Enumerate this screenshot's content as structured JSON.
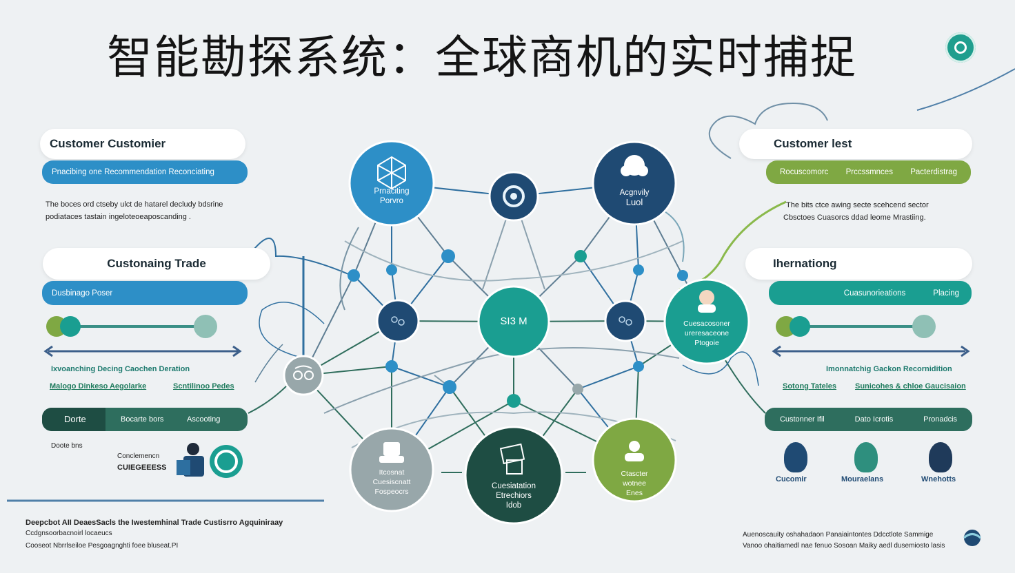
{
  "title": "智能勘探系统：全球商机的实时捕捉",
  "colors": {
    "dark_navy": "#1f4a73",
    "blue": "#2d8fc7",
    "teal": "#1a9e91",
    "dark_green": "#1e4d43",
    "lime": "#7fa843",
    "grey": "#98a7aa",
    "line_blue": "#2f6f9f",
    "line_green": "#2f6d5c"
  },
  "left": {
    "card1_title": "Customer Customier",
    "card1_bar": "Pnacibing one Recommendation Reconciating",
    "card1_text_1": "The boces ord ctseby ulct de hatarel decludy bdsrine",
    "card1_text_2": "podiataces tastain ingeloteoeaposcanding .",
    "card2_title": "Custonaing Trade",
    "card2_bar": "Dusbinago Poser",
    "arrow_label_1": "Ixvoanching Decing Caochen Deration",
    "arrow_label_2": "Malogo Dinkeso Aegolarke",
    "arrow_label_3": "Scntilinoo Pedes",
    "seg_1": "Dorte",
    "seg_2": "Bocarte bors",
    "seg_3": "Ascooting",
    "small_label": "Doote bns",
    "person_label_1": "Conclemencn",
    "person_label_2": "CUIEGEEESS"
  },
  "right": {
    "card1_title": "Customer lest",
    "card1_bar_1": "Rocuscomorc",
    "card1_bar_2": "Prccssmnces",
    "card1_bar_3": "Pacterdistrag",
    "card1_text_1": "The bits ctce awing secte scehcend sector",
    "card1_text_2": "Cbsctoes Cuasorcs ddad leome Mrastiing.",
    "card2_title": "Ihernationg",
    "card2_bar_1": "Cuasunorieations",
    "card2_bar_2": "Placing",
    "arrow_label_1": "Imonnatchig Gackon Recornidition",
    "arrow_label_2": "Sotong Tateles",
    "arrow_label_3": "Sunicohes & chloe Gaucisaion",
    "seg_1": "Custonner Ifil",
    "seg_2": "Dato Icrotis",
    "seg_3": "Pronadcis",
    "avatar_1": "Cucomir",
    "avatar_2": "Mouraelans",
    "avatar_3": "Wnehotts"
  },
  "nodes": {
    "top_left": [
      "Prnaciting",
      "Porvro"
    ],
    "top_right": [
      "Acgnvily",
      "Luol"
    ],
    "center": [
      "SI3 M"
    ],
    "right_mid": [
      "Cuesacosoner",
      "ureresaceone",
      "Ptogoie"
    ],
    "bottom_left": [
      "Itcosnat",
      "Cuesiscnatt",
      "Fospeocrs"
    ],
    "bottom_center": [
      "Cuesiatation",
      "Etrechiors",
      "Idob"
    ],
    "bottom_right": [
      "Ctascter",
      "wotnee",
      "Enes"
    ]
  },
  "footer": {
    "left_1": "Deepcbot AII DeaesSacls the Iwestemhinal Trade Custisrro Agquiniraay",
    "left_2": "Ccdgnsoorbacnoirl locaeucs",
    "left_3": "Cooseot Nbrrlseiloe Pesgoagnghti foee bluseat.PI",
    "right_1": "Auenoscauity oshahadaon Panaiaintontes Ddcctlote Sammige",
    "right_2": "Vanoo ohaitiamedl nae fenuo Sosoan Maiky aedl dusemiosto lasis"
  }
}
